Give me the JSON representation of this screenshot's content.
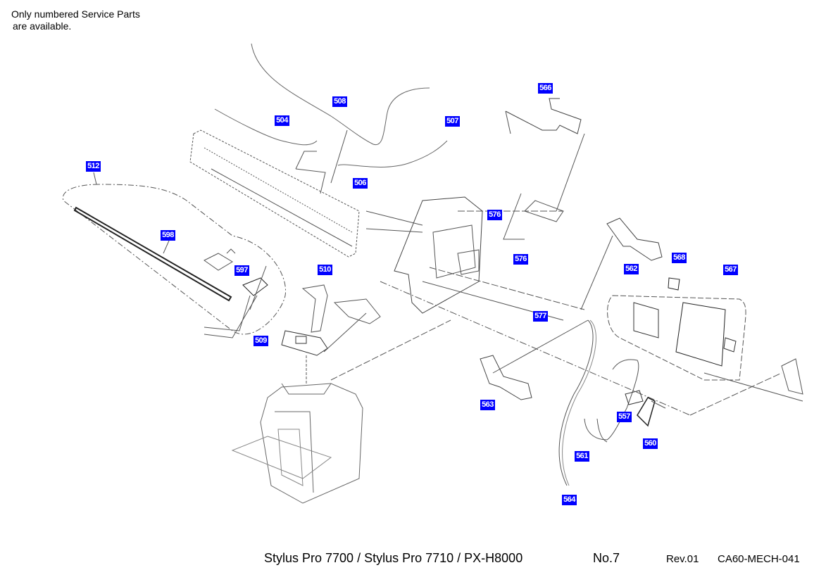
{
  "note": {
    "line1": "Only numbered Service Parts",
    "line2": "are available."
  },
  "part_labels": {
    "p512": "512",
    "p598": "598",
    "p597": "597",
    "p509": "509",
    "p510": "510",
    "p504": "504",
    "p508": "508",
    "p507": "507",
    "p506": "506",
    "p566": "566",
    "p576a": "576",
    "p576b": "576",
    "p577": "577",
    "p562": "562",
    "p568": "568",
    "p567": "567",
    "p563": "563",
    "p557": "557",
    "p560": "560",
    "p561": "561",
    "p564": "564"
  },
  "footer": {
    "models": "Stylus Pro 7700 / Stylus Pro 7710 / PX-H8000",
    "number": "No.7",
    "revision": "Rev.01",
    "code": "CA60-MECH-041"
  },
  "colors": {
    "label_bg": "#0000ff",
    "label_text": "#ffffff",
    "line": "#555555"
  }
}
